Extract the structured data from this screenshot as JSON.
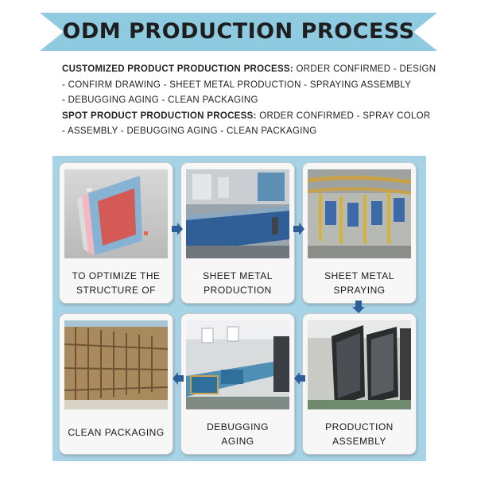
{
  "banner": {
    "title": "ODM PRODUCTION PROCESS"
  },
  "description": {
    "customized_label": "CUSTOMIZED PRODUCT PRODUCTION PROCESS:",
    "customized_line1_rest": " ORDER CONFIRMED - DESIGN",
    "customized_line2": "- CONFIRM DRAWING - SHEET METAL PRODUCTION - SPRAYING ASSEMBLY",
    "customized_line3": "- DEBUGGING AGING - CLEAN PACKAGING",
    "spot_label": "SPOT PRODUCT PRODUCTION PROCESS:",
    "spot_line1_rest": " ORDER CONFIRMED - SPRAY COLOR",
    "spot_line2": "- ASSEMBLY - DEBUGGING AGING - CLEAN PACKAGING"
  },
  "steps": [
    {
      "line1": "TO OPTIMIZE THE",
      "line2": "STRUCTURE OF"
    },
    {
      "line1": "SHEET METAL",
      "line2": "PRODUCTION"
    },
    {
      "line1": "SHEET METAL",
      "line2": "SPRAYING"
    },
    {
      "line1": "PRODUCTION",
      "line2": "ASSEMBLY"
    },
    {
      "line1": "DEBUGGING",
      "line2": "AGING"
    },
    {
      "line1": "CLEAN PACKAGING",
      "line2": ""
    }
  ],
  "colors": {
    "banner_fill": "#8fcbe0",
    "panel_bg": "#a7d3e6",
    "arrow": "#2f5f9a"
  }
}
